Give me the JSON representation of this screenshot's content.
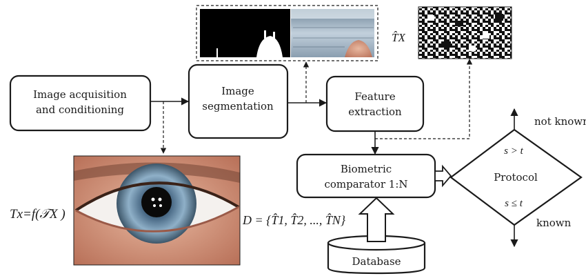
{
  "blocks": {
    "acquisition": [
      "Image acquisition",
      "and conditioning"
    ],
    "segmentation": [
      "Image",
      "segmentation"
    ],
    "feature": [
      "Feature",
      "extraction"
    ],
    "comparator": [
      "Biometric",
      "comparator 1:N"
    ],
    "protocol": "Protocol",
    "database": "Database"
  },
  "decision": {
    "not_known": "not known",
    "known": "known",
    "cond_top": "s > t",
    "cond_bottom": "s ≤ t"
  },
  "formulas": {
    "template_label": "T̂X",
    "tx": "Tx=f(𝒯X )",
    "database_set": "D = {T̂1, T̂2, ..., T̂N}"
  },
  "colors": {
    "stroke": "#1a1a1a",
    "background": "#ffffff"
  }
}
